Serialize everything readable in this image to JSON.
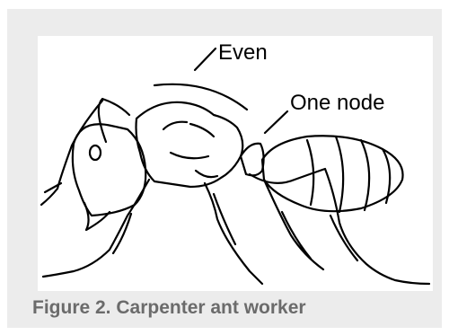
{
  "figure": {
    "labels": {
      "even": "Even",
      "one_node": "One node"
    },
    "caption": "Figure 2. Carpenter ant worker"
  }
}
